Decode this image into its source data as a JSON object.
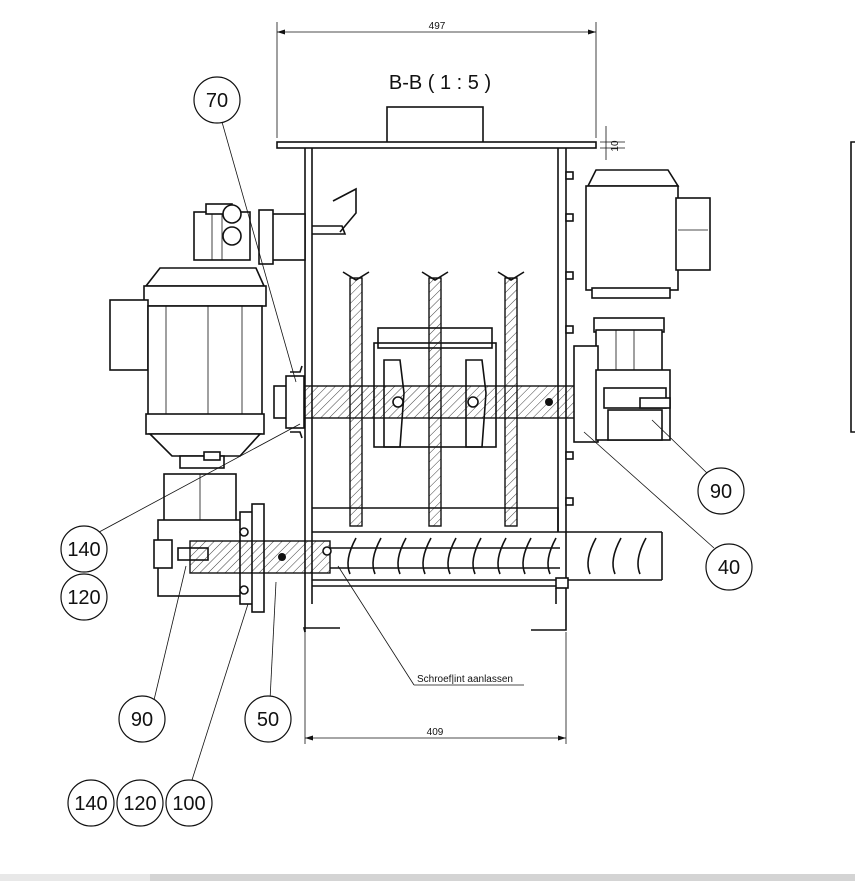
{
  "view_title": "B-B ( 1 : 5 )",
  "dimensions": {
    "top_width": "497",
    "bottom_width": "409",
    "flange_thickness": "10"
  },
  "note": "Schroef|int aanlassen",
  "balloons": {
    "b70": "70",
    "b140_left": "140",
    "b120_left": "120",
    "b90_bottom": "90",
    "b50": "50",
    "b140_bottom": "140",
    "b120_bottom": "120",
    "b100": "100",
    "b90_right": "90",
    "b40": "40"
  }
}
